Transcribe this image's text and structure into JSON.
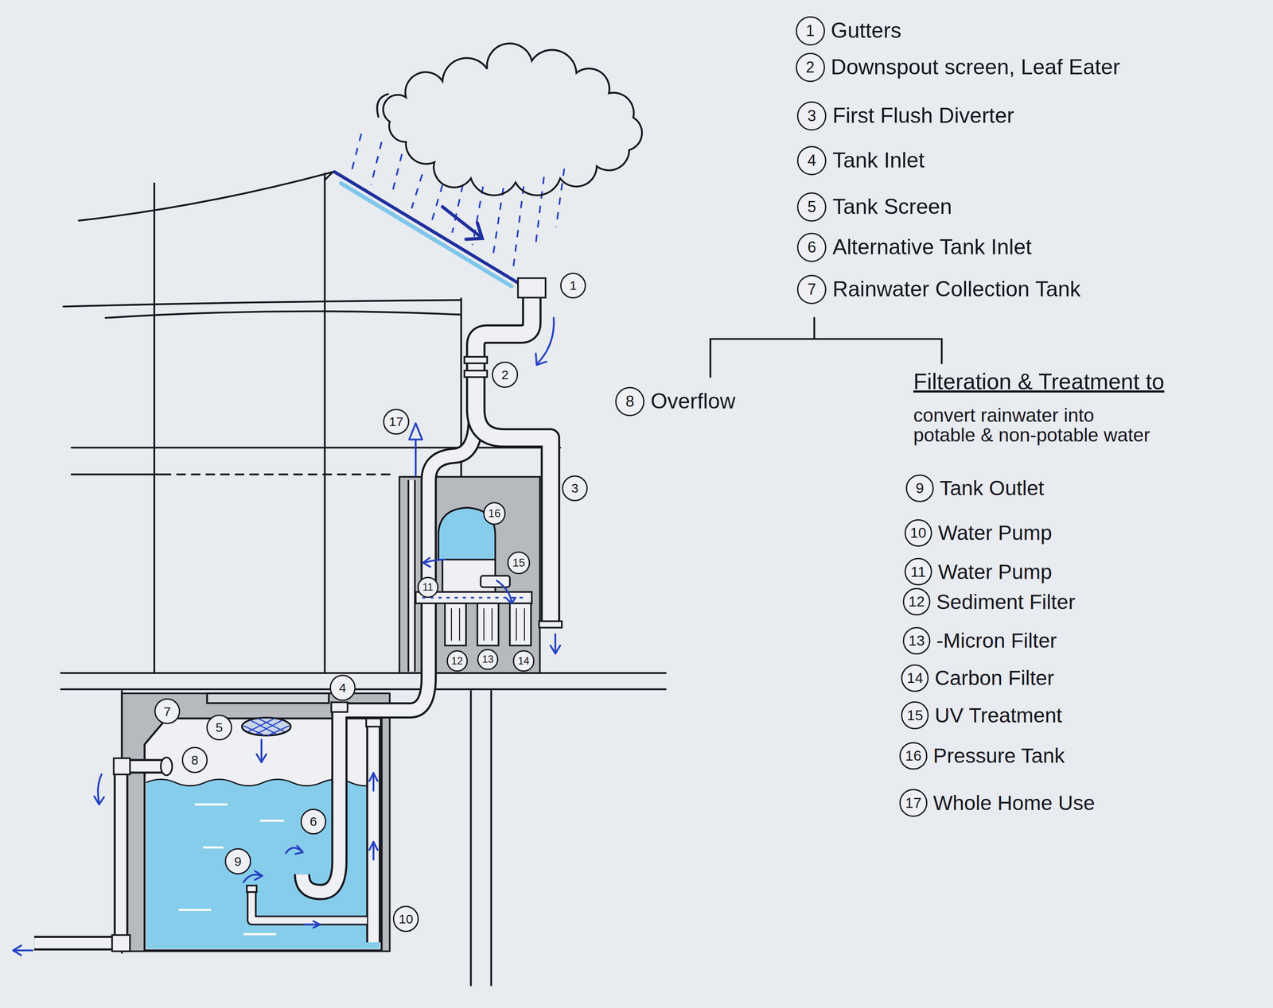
{
  "diagram": {
    "nodes": [
      {
        "text": [
          "1"
        ]
      },
      {
        "text": [
          "2"
        ]
      },
      {
        "text": [
          "3"
        ]
      },
      {
        "text": [
          "4"
        ]
      },
      {
        "text": [
          "5"
        ]
      },
      {
        "text": [
          "6"
        ]
      },
      {
        "text": [
          "7"
        ]
      },
      {
        "text": [
          "8"
        ]
      },
      {
        "text": [
          "9"
        ]
      },
      {
        "text": [
          "10"
        ]
      },
      {
        "text": [
          "11"
        ]
      },
      {
        "text": [
          "12"
        ]
      },
      {
        "text": [
          "13"
        ]
      },
      {
        "text": [
          "14"
        ]
      },
      {
        "text": [
          "15"
        ]
      },
      {
        "text": [
          "16"
        ]
      },
      {
        "text": [
          "17"
        ]
      },
      {
        "text": [
          "1"
        ]
      },
      {
        "text": [
          "2"
        ]
      },
      {
        "text": [
          "3"
        ]
      },
      {
        "text": [
          "4"
        ]
      },
      {
        "text": [
          "5"
        ]
      },
      {
        "text": [
          "6"
        ]
      },
      {
        "text": [
          "7"
        ]
      },
      {
        "text": [
          "8"
        ]
      },
      {
        "text": [
          "9"
        ]
      },
      {
        "text": [
          "10"
        ]
      },
      {
        "text": [
          "11"
        ]
      },
      {
        "text": [
          "12"
        ]
      },
      {
        "text": [
          "13"
        ]
      },
      {
        "text": [
          "14"
        ]
      },
      {
        "text": [
          "15"
        ]
      },
      {
        "text": [
          "16"
        ]
      },
      {
        "text": [
          "17"
        ]
      }
    ],
    "labels": [
      "Gutters",
      "Downspout screen, Leaf Eater",
      "First Flush Diverter",
      "Tank Inlet",
      "Tank Screen",
      "Alternative Tank Inlet",
      "Rainwater Collection Tank",
      "Overflow",
      "Tank Outlet",
      "Water Pump",
      "Water Pump",
      "Sediment Filter",
      "-Micron Filter",
      "Carbon Filter",
      "UV Treatment",
      "Pressure Tank",
      "Whole Home Use",
      "Filteration & Treatment to",
      "convert rainwater into potable & non-potable water"
    ]
  }
}
